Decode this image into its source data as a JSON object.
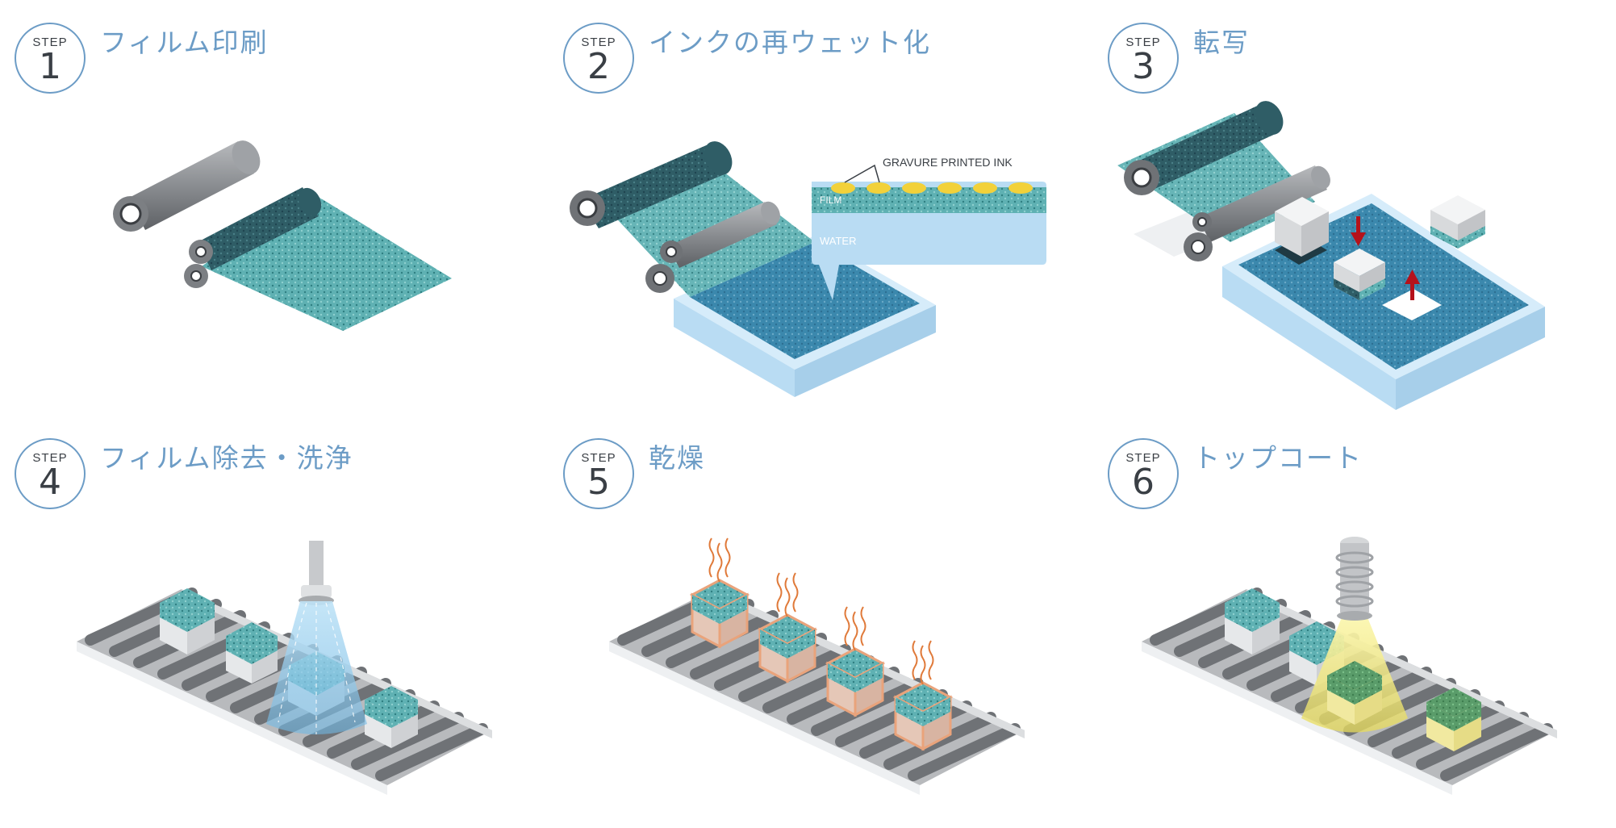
{
  "steps": [
    {
      "label": "STEP",
      "number": "1",
      "title": "フィルム印刷"
    },
    {
      "label": "STEP",
      "number": "2",
      "title": "インクの再ウェット化"
    },
    {
      "label": "STEP",
      "number": "3",
      "title": "転写"
    },
    {
      "label": "STEP",
      "number": "4",
      "title": "フィルム除去・洗浄"
    },
    {
      "label": "STEP",
      "number": "5",
      "title": "乾燥"
    },
    {
      "label": "STEP",
      "number": "6",
      "title": "トップコート"
    }
  ],
  "callout": {
    "ink_label": "GRAVURE PRINTED INK",
    "film_label": "FILM",
    "water_label": "WATER"
  },
  "colors": {
    "accent": "#6c9cc6",
    "teal_film": "#5fb1b3",
    "dark_roll": "#2f5d66",
    "steel": "#8a8d91",
    "water": "#b9dcf3",
    "ink": "#f2d13a",
    "arrow_red": "#b5121b",
    "heat": "#e07a3a",
    "uv": "#f6ef8c"
  }
}
